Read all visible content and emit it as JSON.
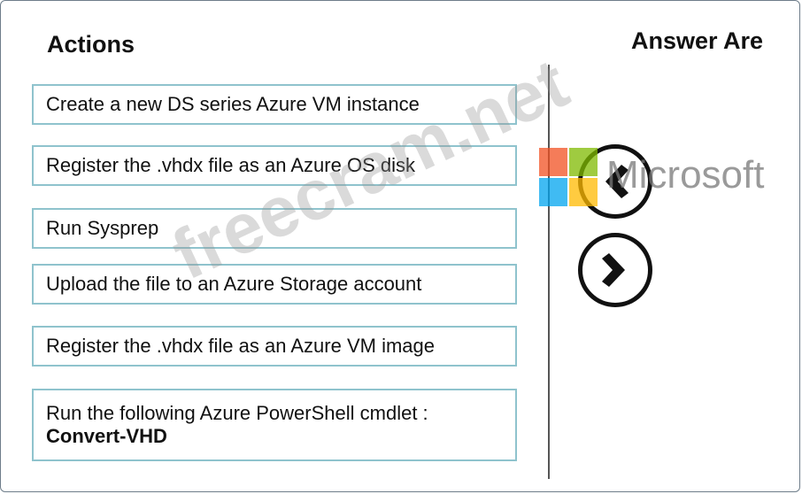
{
  "headings": {
    "actions": "Actions",
    "answer_area": "Answer Are"
  },
  "actions": [
    {
      "text": "Create a new DS series Azure VM instance"
    },
    {
      "text": "Register the .vhdx file as an Azure OS disk"
    },
    {
      "text": "Run Sysprep"
    },
    {
      "text": "Upload the file to an Azure Storage account"
    },
    {
      "text": "Register the .vhdx file as an Azure VM image"
    },
    {
      "text": "Run the following Azure PowerShell cmdlet :",
      "text2": "Convert-VHD"
    }
  ],
  "controls": {
    "move_left_icon": "chevron-left-icon",
    "move_right_icon": "chevron-right-icon"
  },
  "watermarks": {
    "site": "freecram.net",
    "brand": "Microsoft",
    "brand_colors": [
      "#f25022",
      "#7fba00",
      "#00a4ef",
      "#ffb900"
    ]
  }
}
